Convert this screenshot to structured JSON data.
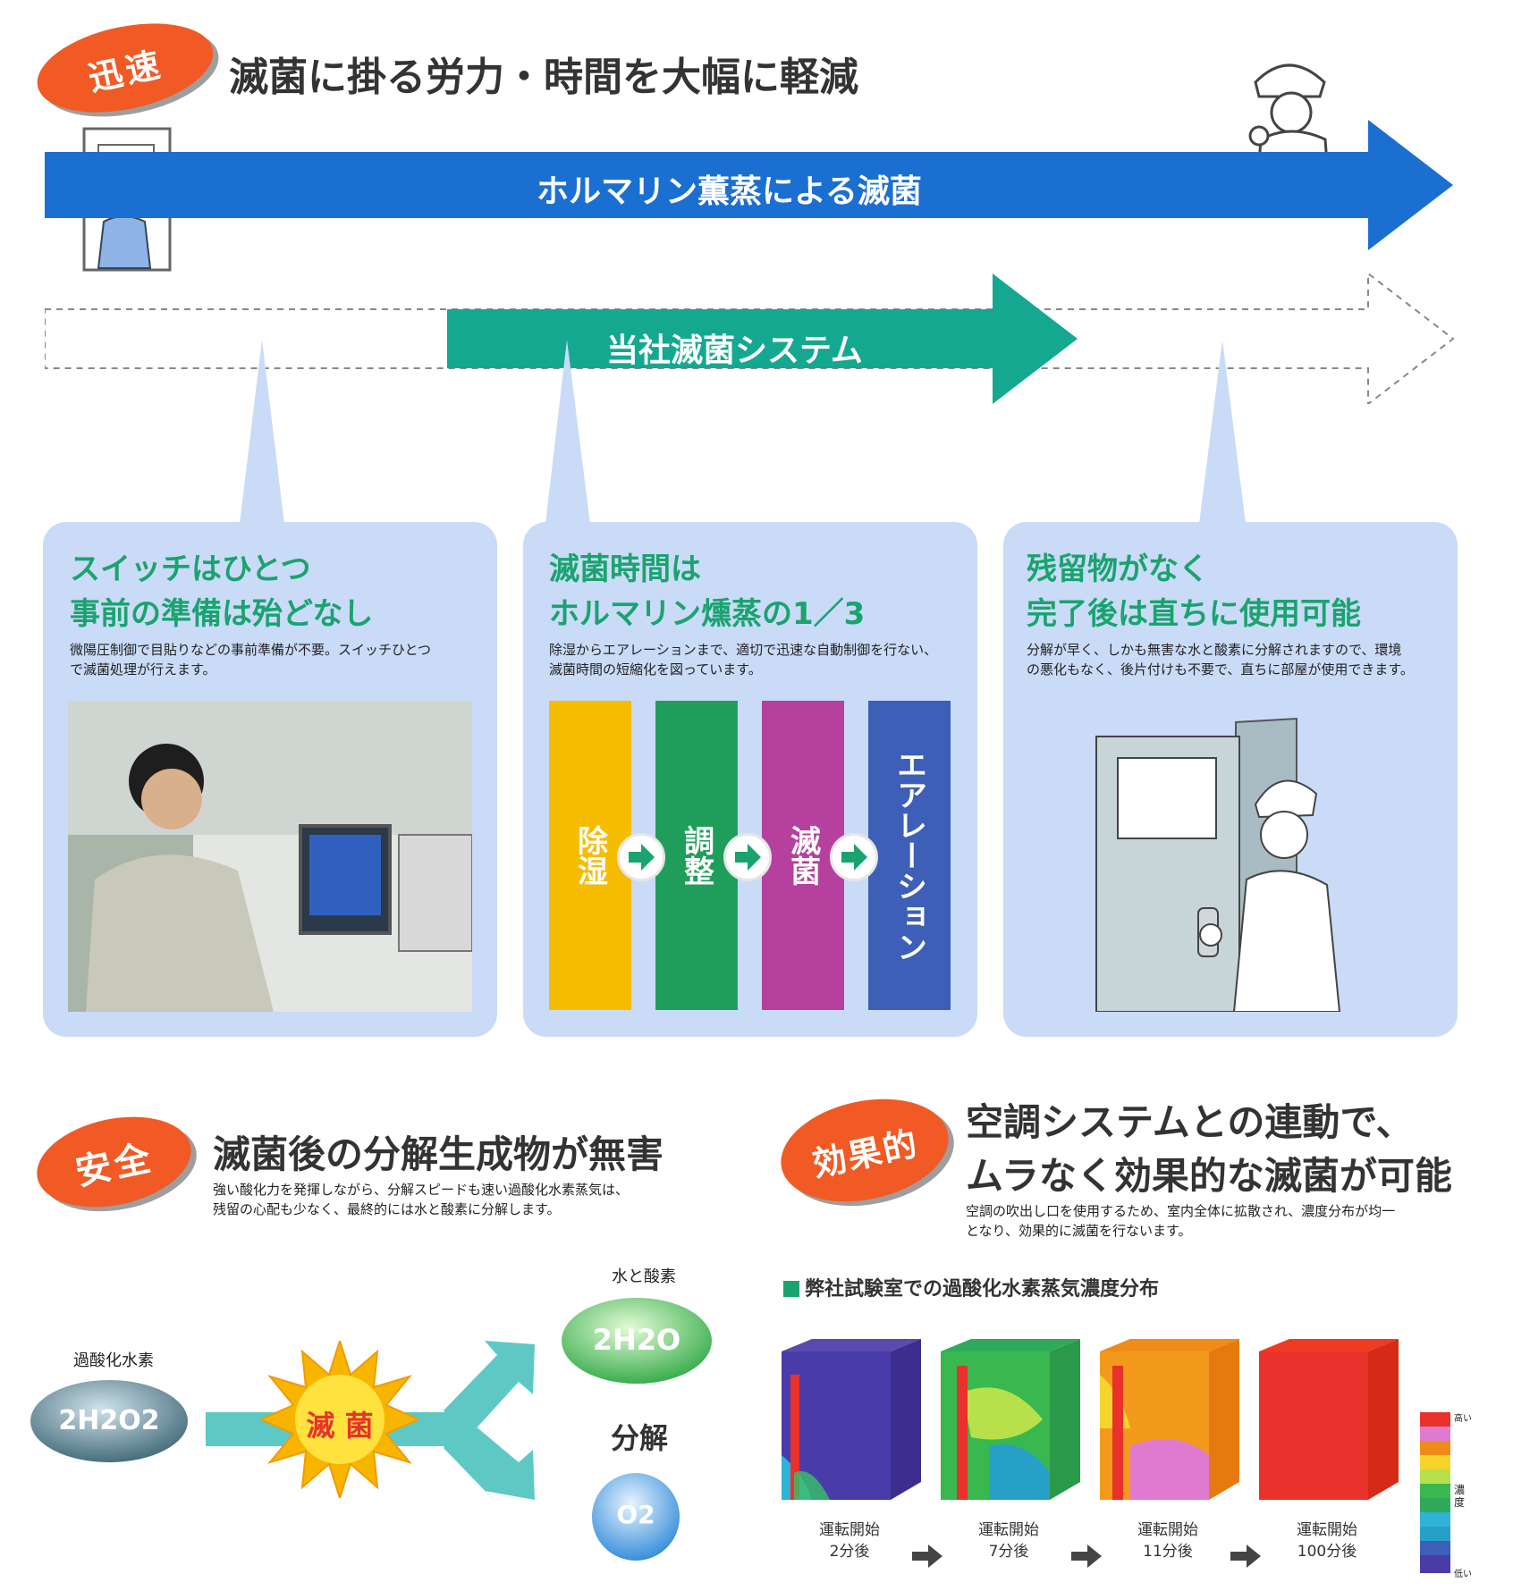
{
  "top": {
    "badge": "迅速",
    "heading": "滅菌に掛る労力・時間を大幅に軽減",
    "formalin_arrow": "ホルマリン薫蒸による滅菌",
    "system_arrow": "当社滅菌システム"
  },
  "cards": [
    {
      "title": "スイッチはひとつ\n事前の準備は殆どなし",
      "body": "微陽圧制御で目貼りなどの事前準備が不要。スイッチひとつ\nで滅菌処理が行えます。"
    },
    {
      "title": "滅菌時間は\nホルマリン燻蒸の1／3",
      "body": "除湿からエアレーションまで、適切で迅速な自動制御を行ない、\n滅菌時間の短縮化を図っています。"
    },
    {
      "title": "残留物がなく\n完了後は直ちに使用可能",
      "body": "分解が早く、しかも無害な水と酸素に分解されますので、環境\nの悪化もなく、後片付けも不要で、直ちに部屋が使用できます。"
    }
  ],
  "steps": [
    {
      "label": "除湿",
      "color": "#f6bd00"
    },
    {
      "label": "調整",
      "color": "#1e9e5a"
    },
    {
      "label": "滅菌",
      "color": "#b6409e"
    },
    {
      "label": "エアレーション",
      "color": "#3d5fb8"
    }
  ],
  "safety": {
    "badge": "安全",
    "heading": "滅菌後の分解生成物が無害",
    "body": "強い酸化力を発揮しながら、分解スピードも速い過酸化水素蒸気は、\n残留の心配も少なく、最終的には水と酸素に分解します。",
    "h2o2_label": "過酸化水素",
    "h2o2_formula": "2H2O2",
    "sterilize_label": "滅 菌",
    "water_label": "水と酸素",
    "water_formula": "2H2O",
    "decompose_label": "分解",
    "oxygen_formula": "O2"
  },
  "effect": {
    "badge": "効果的",
    "heading_line1": "空調システムとの連動で、",
    "heading_line2": "ムラなく効果的な滅菌が可能",
    "body": "空調の吹出し口を使用するため、室内全体に拡散され、濃度分布が均一\nとなり、効果的に滅菌を行ないます。",
    "chart_title": "弊社試験室での過酸化水素蒸気濃度分布",
    "stages": [
      "運転開始\n2分後",
      "運転開始\n7分後",
      "運転開始\n11分後",
      "運転開始\n100分後"
    ],
    "scale_high": "高い",
    "scale_mid": "濃度",
    "scale_low": "低い"
  }
}
